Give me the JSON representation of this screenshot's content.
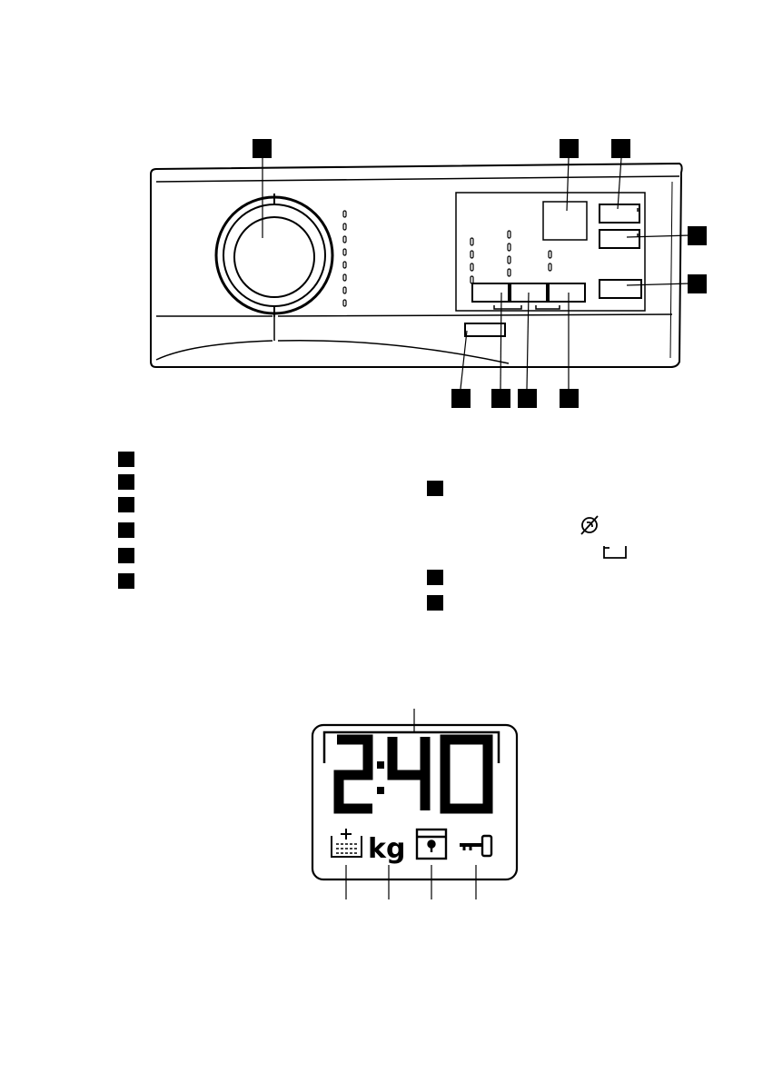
{
  "panel": {
    "callout_count_top": 3,
    "callout_count_right": 2,
    "callout_count_bottom": 4,
    "legend_left_rows": 6,
    "legend_right_rows": 3
  },
  "legend_right_icons": [
    "no-spin-icon",
    "rinse-hold-icon"
  ],
  "display": {
    "time": "2:40",
    "unit": "kg",
    "icons": [
      "extra-rinse-icon",
      "kg-indicator",
      "door-lock-icon",
      "child-lock-key-icon"
    ]
  }
}
